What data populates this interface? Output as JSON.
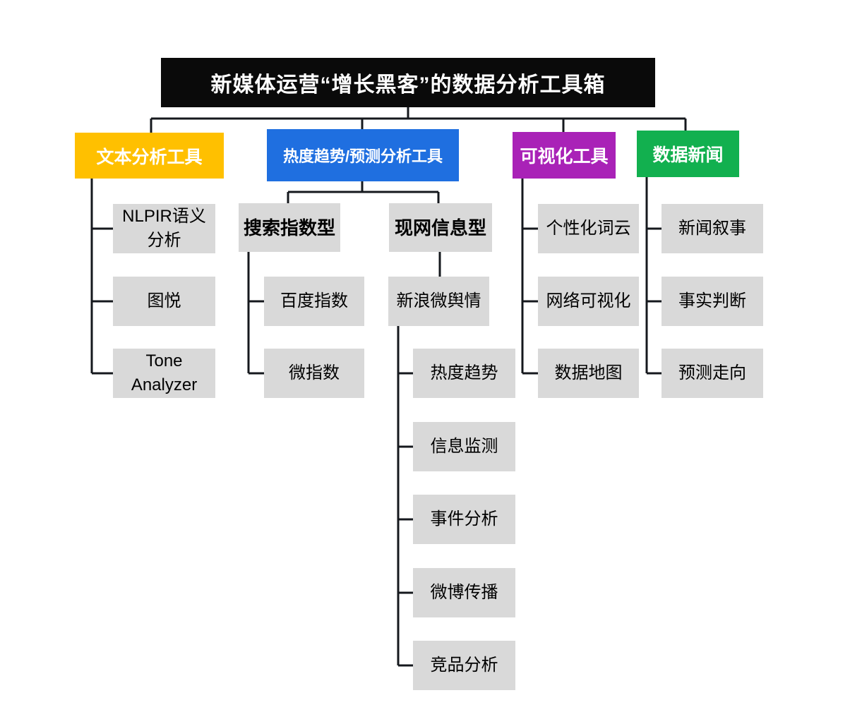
{
  "diagram": {
    "title": "新媒体运营“增长黑客”的数据分析工具箱",
    "branches": [
      {
        "label": "文本分析工具",
        "color": "#FFC000",
        "children": [
          {
            "label": "NLPIR语义分析"
          },
          {
            "label": "图悦"
          },
          {
            "label": "Tone Analyzer"
          }
        ]
      },
      {
        "label": "热度趋势/预测分析工具",
        "color": "#1F6FE0",
        "children": [
          {
            "label": "搜索指数型",
            "children": [
              {
                "label": "百度指数"
              },
              {
                "label": "微指数"
              }
            ]
          },
          {
            "label": "现网信息型",
            "children": [
              {
                "label": "新浪微舆情",
                "children": [
                  {
                    "label": "热度趋势"
                  },
                  {
                    "label": "信息监测"
                  },
                  {
                    "label": "事件分析"
                  },
                  {
                    "label": "微博传播"
                  },
                  {
                    "label": "竞品分析"
                  }
                ]
              }
            ]
          }
        ]
      },
      {
        "label": "可视化工具",
        "color": "#A922B7",
        "children": [
          {
            "label": "个性化词云"
          },
          {
            "label": "网络可视化"
          },
          {
            "label": "数据地图"
          }
        ]
      },
      {
        "label": "数据新闻",
        "color": "#12B04F",
        "children": [
          {
            "label": "新闻叙事"
          },
          {
            "label": "事实判断"
          },
          {
            "label": "预测走向"
          }
        ]
      }
    ]
  },
  "colors": {
    "canvas": "#FFFFFF",
    "leaf": "#D9D9D9",
    "titlebg": "#0A0A0A",
    "titletext": "#FFFFFF",
    "line": "#15181D"
  }
}
